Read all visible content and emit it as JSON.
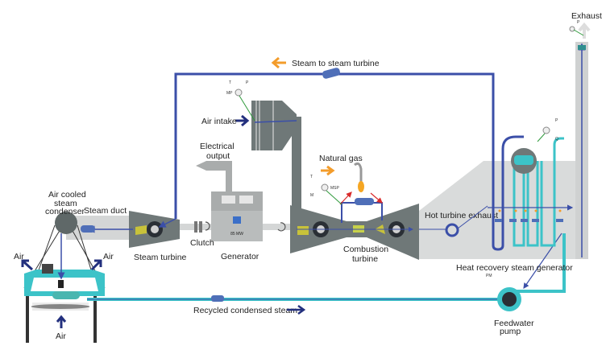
{
  "labels": {
    "steam_to_steam_turbine": "Steam to steam turbine",
    "air_intake": "Air intake",
    "electrical_output_line1": "Electrical",
    "electrical_output_line2": "output",
    "natural_gas": "Natural gas",
    "condenser_line1": "Air cooled",
    "condenser_line2": "steam",
    "condenser_line3": "condenser",
    "steam_duct": "Steam duct",
    "steam_turbine": "Steam turbine",
    "clutch": "Clutch",
    "generator": "Generator",
    "generator_output": "85 MW",
    "combustion_turbine_line1": "Combustion",
    "combustion_turbine_line2": "turbine",
    "hot_turbine_exhaust": "Hot turbine exhaust",
    "hrsg": "Heat recovery steam generator",
    "exhaust": "Exhaust",
    "recycled_condensed_steam": "Recycled condensed steam",
    "feedwater_pump_line1": "Feedwater",
    "feedwater_pump_line2": "pump",
    "air_left": "Air",
    "air_right": "Air",
    "air_bottom": "Air"
  },
  "sensor_labels": {
    "intake_t": "T",
    "intake_p": "P",
    "intake_mp": "MP",
    "gas_t": "T",
    "gas_msp": "MSP",
    "gas_m": "M",
    "drum_p": "P",
    "drum_q": "Q",
    "exhaust_p": "P",
    "pump_pm": "PM"
  },
  "colors": {
    "steam_pipe": "#3b4fa8",
    "water_pipe": "#3cc3c8",
    "equipment_gray": "#6f7878",
    "duct_gray": "#d6d8d8",
    "flow_arrow_orange": "#f39c2b",
    "air_arrow_navy": "#23307e",
    "sensor_line": "#2f9a3c",
    "hot_arrow_red": "#d92b2b"
  }
}
